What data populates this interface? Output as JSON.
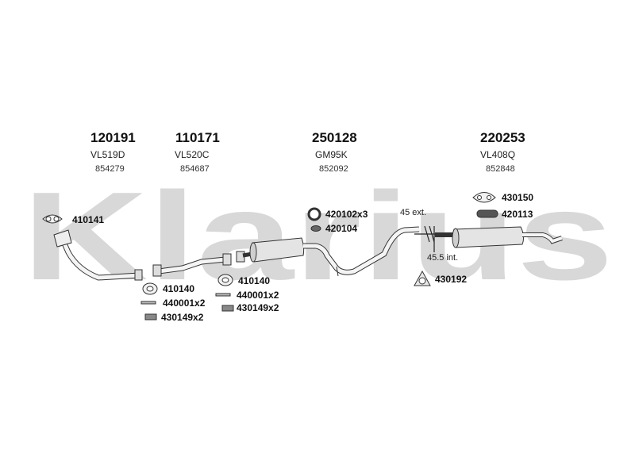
{
  "watermark": {
    "text": "Klarius",
    "color": "#d6d6d6"
  },
  "sections": [
    {
      "part_number": "120191",
      "code": "VL519D",
      "ref": "854279"
    },
    {
      "part_number": "110171",
      "code": "VL520C",
      "ref": "854687"
    },
    {
      "part_number": "250128",
      "code": "GM95K",
      "ref": "852092"
    },
    {
      "part_number": "220253",
      "code": "VL408Q",
      "ref": "852848"
    }
  ],
  "fittings": {
    "front_gasket": "410141",
    "gasket_1": "410140",
    "bolt_1": "440001x2",
    "spring_1": "430149x2",
    "gasket_2": "410140",
    "bolt_2": "440001x2",
    "spring_2": "430149x2",
    "ring_mid": "420102x3",
    "hanger_mid": "420104",
    "gasket_rear": "430150",
    "hanger_rear": "420113",
    "mount_rear": "430192"
  },
  "notes": {
    "ext": "45 ext.",
    "int": "45.5 int."
  }
}
